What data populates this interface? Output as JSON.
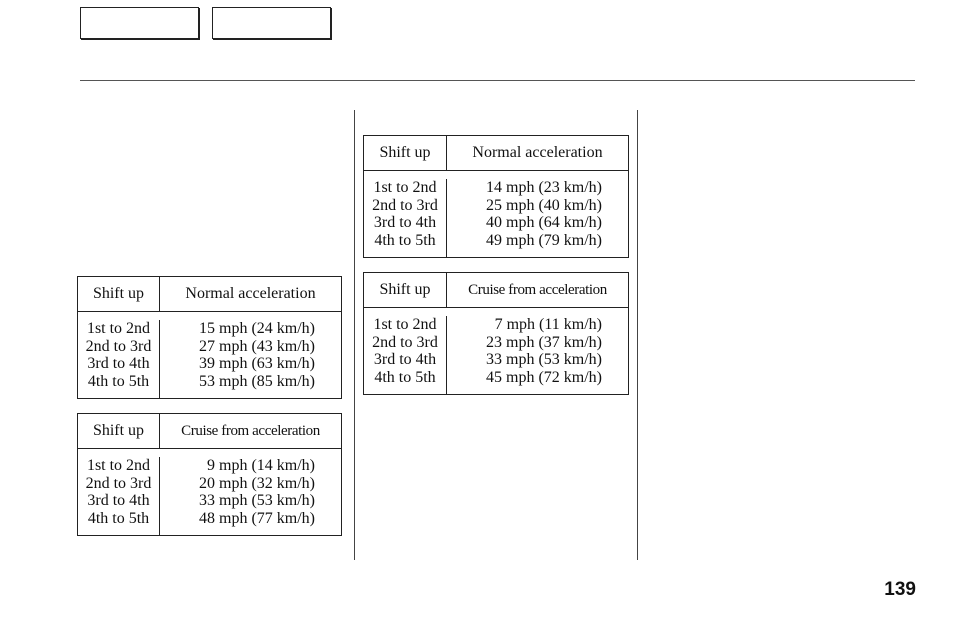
{
  "tables": [
    {
      "header": {
        "col1": "Shift up",
        "col2": "Normal acceleration"
      },
      "rows": [
        {
          "gear": "1st to 2nd",
          "speed": "15 mph (24 km/h)"
        },
        {
          "gear": "2nd to 3rd",
          "speed": "27 mph (43 km/h)"
        },
        {
          "gear": "3rd to 4th",
          "speed": "39 mph (63 km/h)"
        },
        {
          "gear": "4th to 5th",
          "speed": "53 mph (85 km/h)"
        }
      ]
    },
    {
      "header": {
        "col1": "Shift up",
        "col2": "Cruise from acceleration"
      },
      "rows": [
        {
          "gear": "1st to 2nd",
          "speed": "9 mph (14 km/h)"
        },
        {
          "gear": "2nd to 3rd",
          "speed": "20 mph (32 km/h)"
        },
        {
          "gear": "3rd to 4th",
          "speed": "33 mph (53 km/h)"
        },
        {
          "gear": "4th to 5th",
          "speed": "48 mph (77 km/h)"
        }
      ]
    },
    {
      "header": {
        "col1": "Shift up",
        "col2": "Normal acceleration"
      },
      "rows": [
        {
          "gear": "1st to 2nd",
          "speed": "14 mph (23 km/h)"
        },
        {
          "gear": "2nd to 3rd",
          "speed": "25 mph (40 km/h)"
        },
        {
          "gear": "3rd to 4th",
          "speed": "40 mph (64 km/h)"
        },
        {
          "gear": "4th to 5th",
          "speed": "49 mph (79 km/h)"
        }
      ]
    },
    {
      "header": {
        "col1": "Shift up",
        "col2": "Cruise from acceleration"
      },
      "rows": [
        {
          "gear": "1st to 2nd",
          "speed": "7 mph (11 km/h)"
        },
        {
          "gear": "2nd to 3rd",
          "speed": "23 mph (37 km/h)"
        },
        {
          "gear": "3rd to 4th",
          "speed": "33 mph (53 km/h)"
        },
        {
          "gear": "4th to 5th",
          "speed": "45 mph (72 km/h)"
        }
      ]
    }
  ],
  "page_number": "139"
}
